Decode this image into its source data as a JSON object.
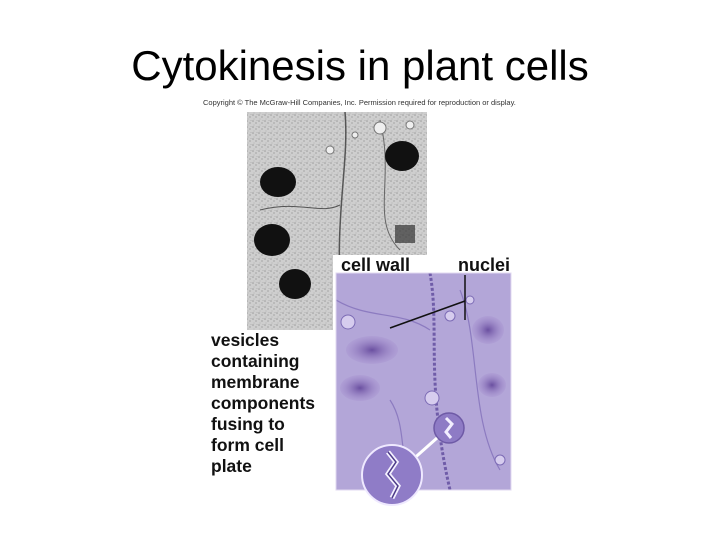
{
  "slide": {
    "title": "Cytokinesis in plant cells",
    "copyright": "Copyright © The McGraw-Hill Companies, Inc. Permission required for reproduction or display."
  },
  "figure": {
    "label_cell_wall": "cell wall",
    "label_nuclei": "nuclei",
    "vesicle_caption_lines": [
      "vesicles",
      "containing",
      "membrane",
      "components",
      "fusing to",
      "form cell",
      "plate"
    ]
  },
  "colors": {
    "micrograph_gray": "#cfcfcf",
    "stain_purple": "#a89ad0",
    "nucleus_purple": "#7a5fae"
  }
}
